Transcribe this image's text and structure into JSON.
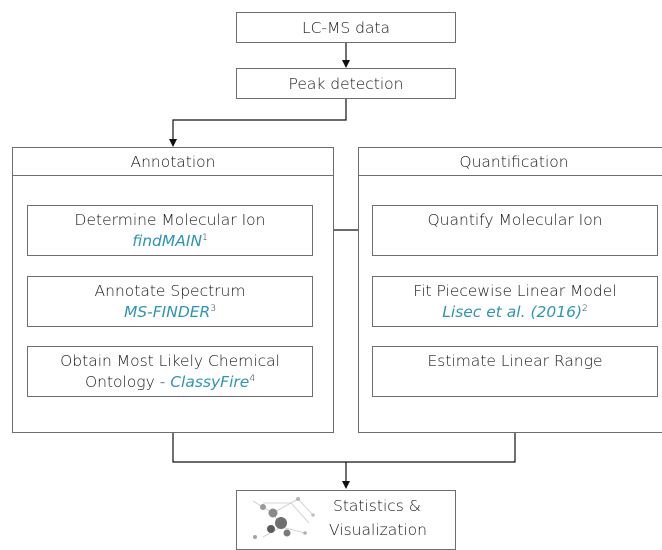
{
  "nodes": {
    "lcms": "LC-MS data",
    "peak": "Peak detection",
    "statistics_line1": "Statistics &",
    "statistics_line2": "Visualization"
  },
  "annotation": {
    "title": "Annotation",
    "step1": {
      "label": "Determine Molecular Ion",
      "tool": "findMAIN",
      "ref": "1"
    },
    "step2": {
      "label": "Annotate Spectrum",
      "tool": "MS-FINDER",
      "ref": "3"
    },
    "step3": {
      "label_line1": "Obtain Most Likely Chemical",
      "label_line2": "Ontology - ",
      "tool": "ClassyFire",
      "ref": "4"
    }
  },
  "quantification": {
    "title": "Quantification",
    "step1": {
      "label": "Quantify Molecular Ion"
    },
    "step2": {
      "label": "Fit Piecewise Linear Model",
      "tool": "Lisec et al. (2016)",
      "ref": "2"
    },
    "step3": {
      "label": "Estimate Linear Range"
    }
  },
  "colors": {
    "tool_text": "#2e95b5",
    "border": "#6e6e6e"
  }
}
